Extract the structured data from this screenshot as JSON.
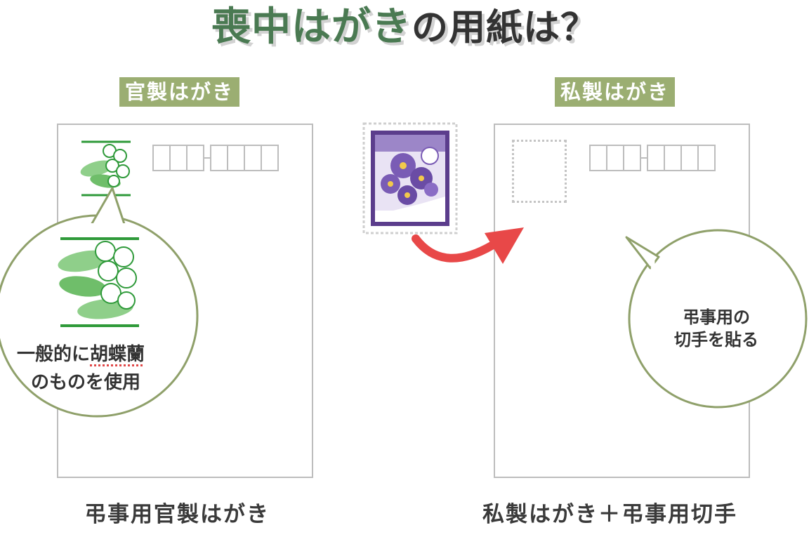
{
  "title": {
    "highlight": "喪中はがき",
    "rest": "の用紙は？"
  },
  "left": {
    "label": "官製はがき",
    "zoom_line1_pre": "一般的に",
    "zoom_line1_emph": "胡蝶蘭",
    "zoom_line2": "のものを使用",
    "caption": "弔事用官製はがき"
  },
  "right": {
    "label": "私製はがき",
    "bubble_line1": "弔事用の",
    "bubble_line2": "切手を貼る",
    "caption": "私製はがき＋弔事用切手"
  },
  "colors": {
    "title_green": "#4a7a52",
    "label_bg": "#9bae72",
    "bubble_border": "#8fa06a",
    "arrow": "#e84848",
    "stamp_purple": "#5b3d8c",
    "orchid_green": "#2f9a3a"
  },
  "icons": [
    "orchid-stamp-icon",
    "chrysanthemum-stamp-icon",
    "arrow-icon"
  ]
}
